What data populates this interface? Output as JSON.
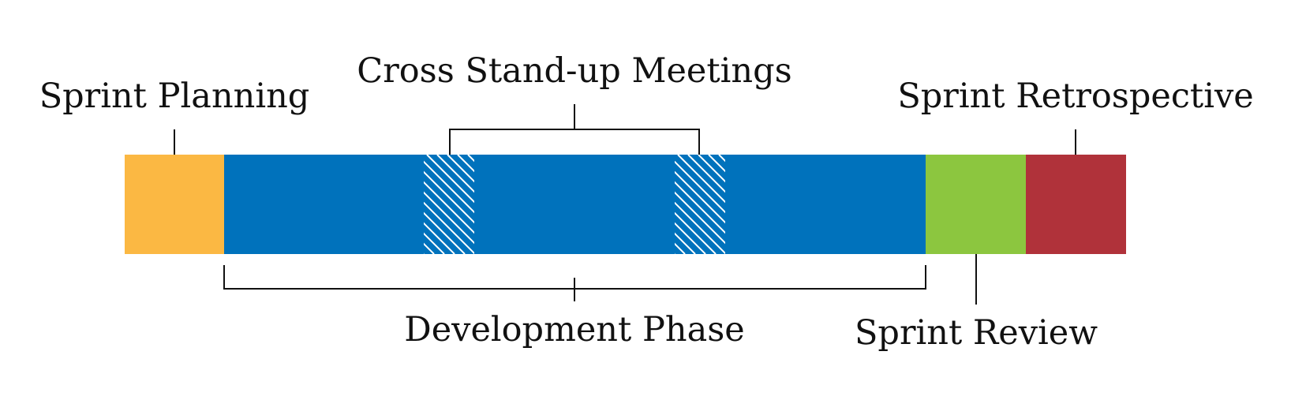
{
  "diagram": {
    "phases": [
      {
        "label": "Sprint Planning",
        "color": "#FBB843"
      },
      {
        "label": "Development Phase",
        "color": "#0072BC"
      },
      {
        "label": "Sprint Review",
        "color": "#8CC63F"
      },
      {
        "label": "Sprint Retrospective",
        "color": "#B0323A"
      }
    ],
    "standup": {
      "label": "Cross Stand-up Meetings",
      "count": 2,
      "pattern": "diagonal-hatch",
      "hatch_color": "#FFFFFF"
    }
  }
}
